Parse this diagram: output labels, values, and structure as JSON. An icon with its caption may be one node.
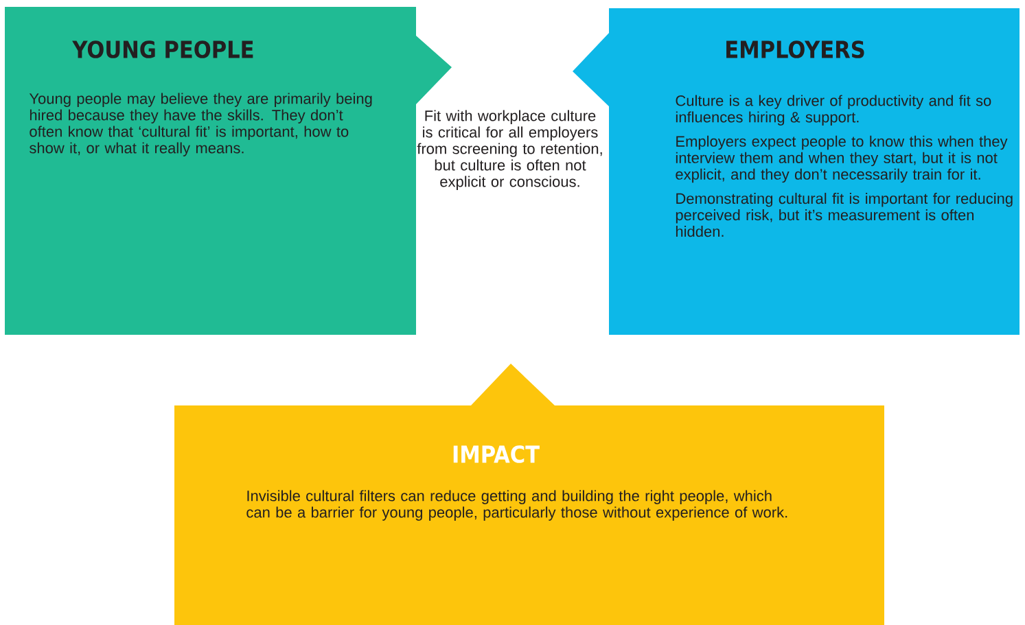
{
  "diagram": {
    "nodes": [
      {
        "text": [
          "YOUNG PEOPLE",
          "Young people may believe they are primarily being hired because they have the skills. They don’t often know that ‘cultural fit’ is important, how to show it, or what it really means."
        ]
      },
      {
        "text": [
          "EMPLOYERS",
          "Culture is a key driver of productivity and fit so influences hiring & support.",
          "Employers expect people to know this when they interview them and when they start, but it is not explicit, and they don’t necessarily train for it.",
          "Demonstrating cultural fit is important for reducing perceived risk, but it’s measurement is often hidden."
        ]
      },
      {
        "text": [
          "IMPACT",
          "Invisible cultural filters can reduce getting and building the right people, which can be a barrier for young people, particularly those without experience of work."
        ]
      }
    ],
    "labels": [
      "Fit with workplace culture is critical for all employers from screening to retention, but culture is often not explicit or conscious."
    ]
  }
}
